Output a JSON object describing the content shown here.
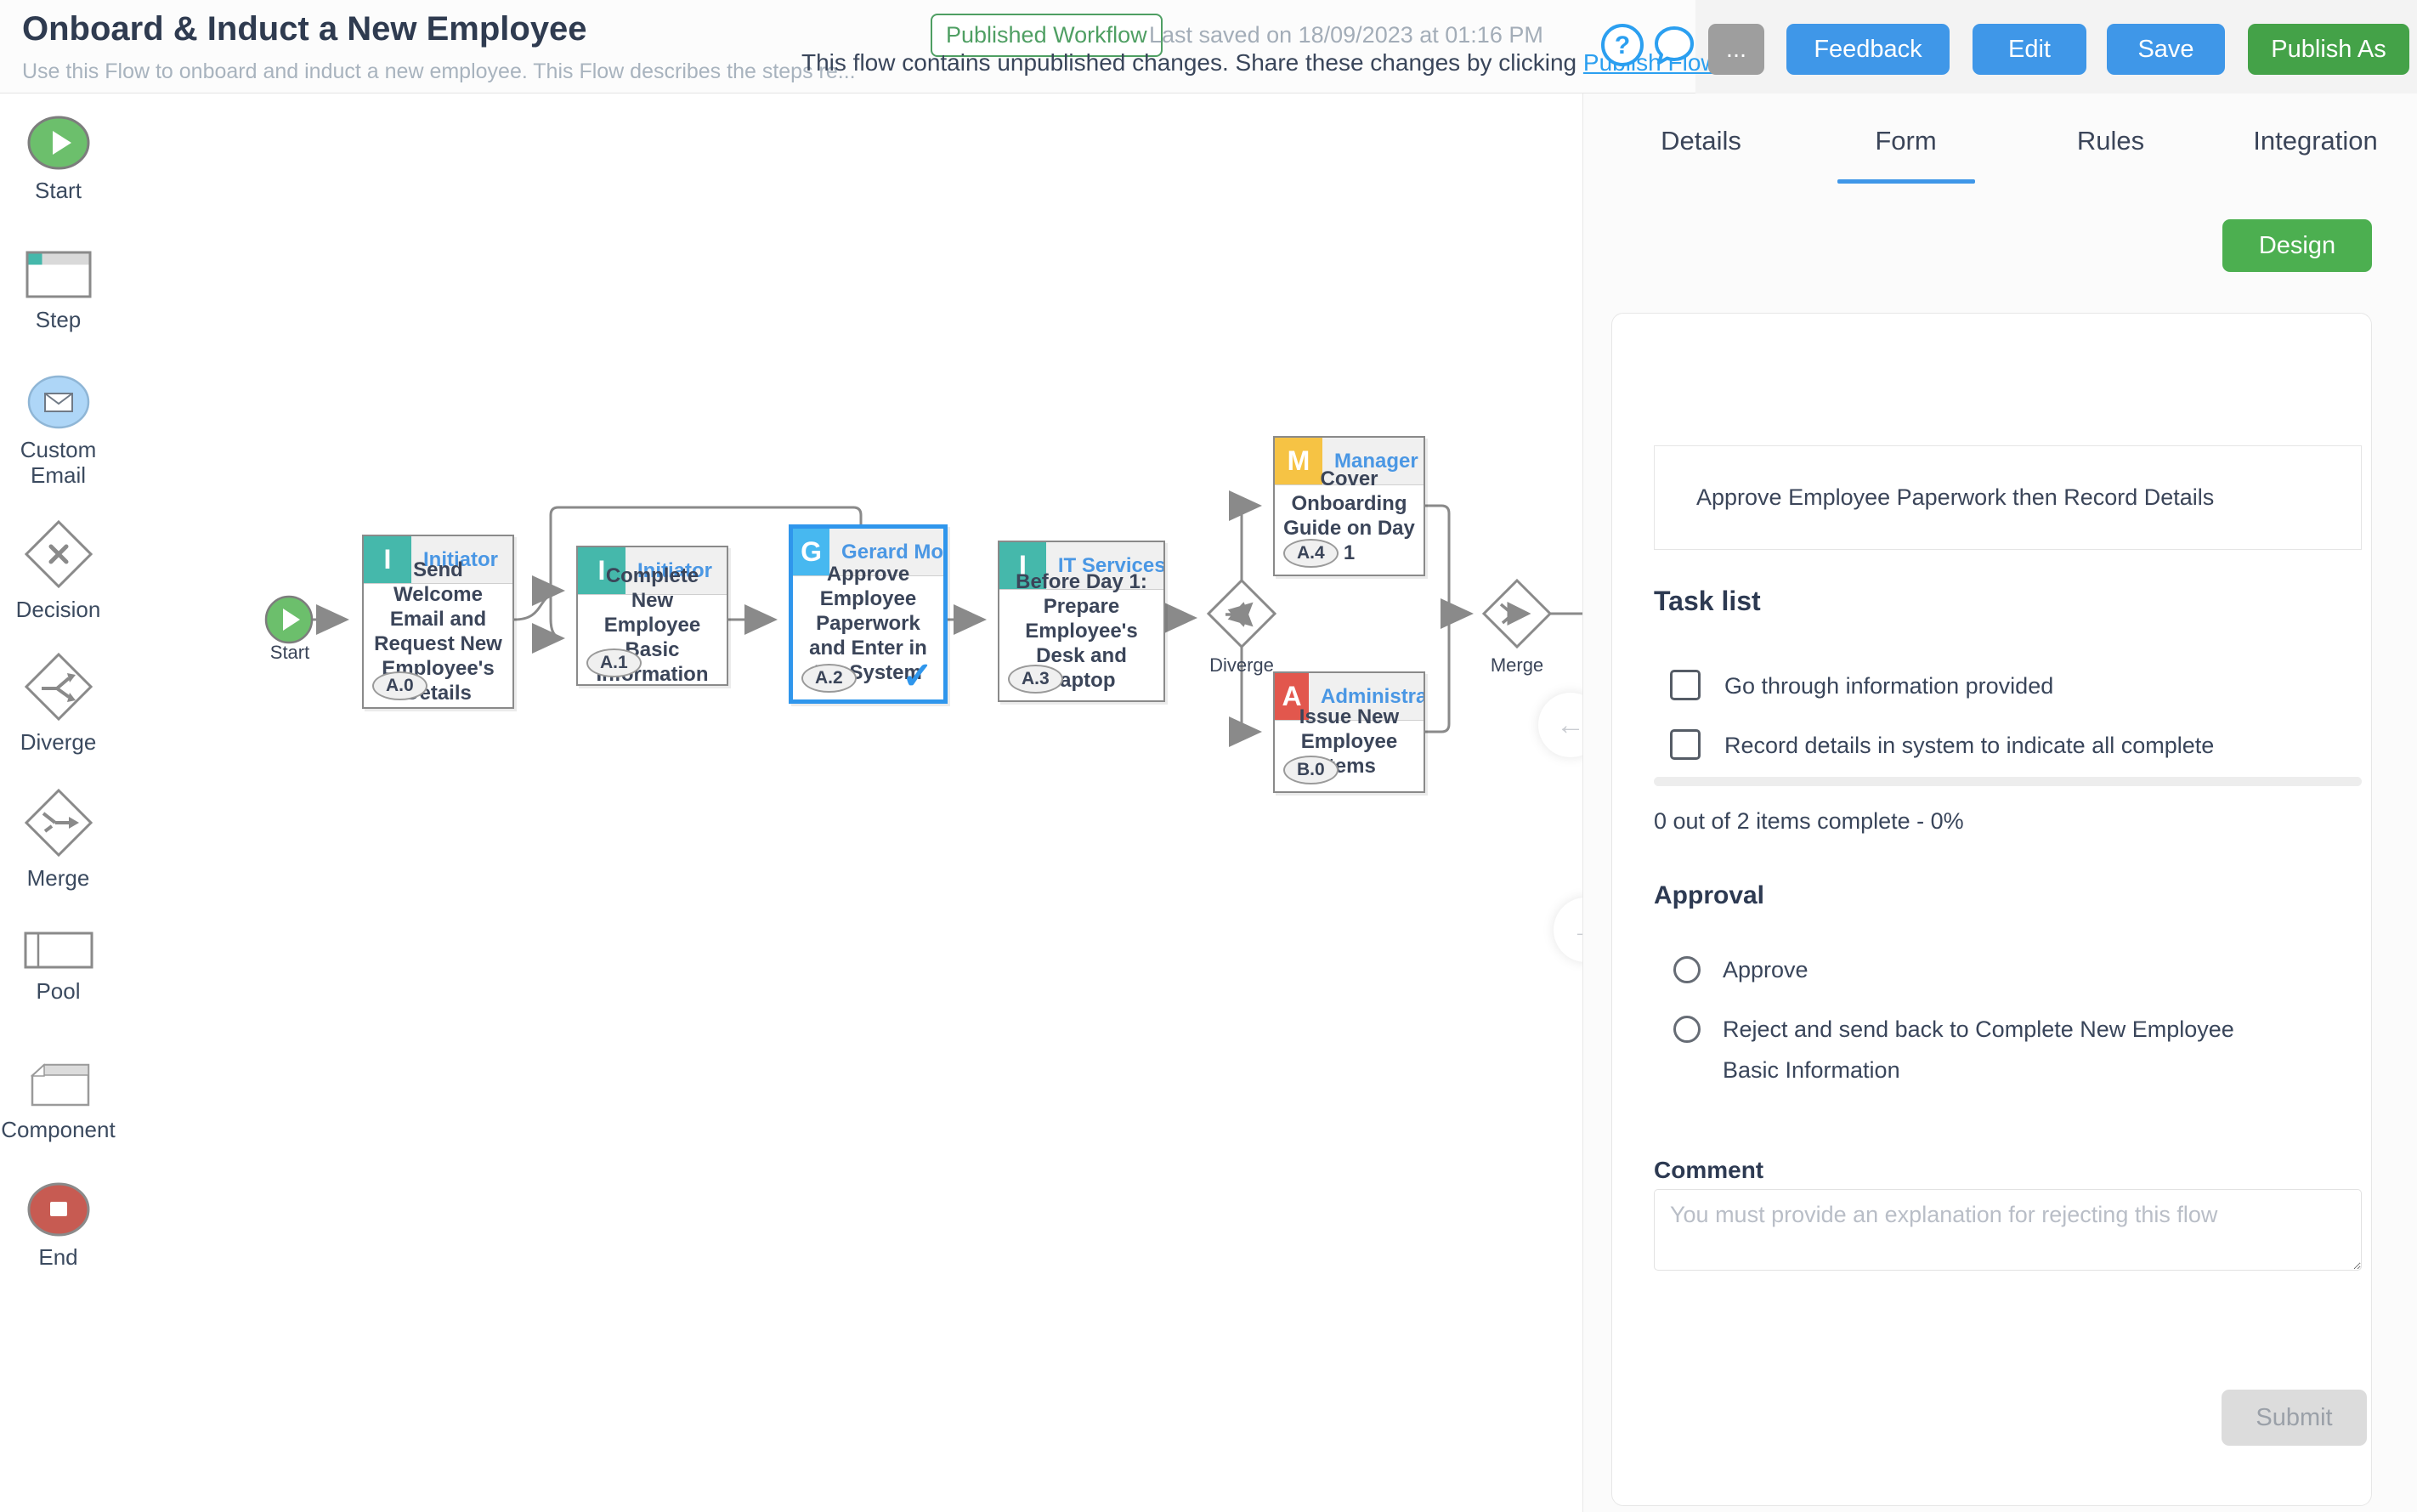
{
  "header": {
    "title": "Onboard & Induct a New Employee",
    "subtitle": "Use this Flow to onboard and induct a new employee. This Flow describes the steps re...",
    "badge": "Published Workflow",
    "last_saved": "Last saved on 18/09/2023 at 01:16 PM",
    "warning_text": "This flow contains unpublished changes. Share these changes by clicking",
    "warning_link": "Publish Flow",
    "help_icon": "?",
    "more_button": "...",
    "buttons": {
      "feedback": "Feedback",
      "edit": "Edit",
      "save": "Save",
      "publish_as": "Publish As"
    }
  },
  "palette": {
    "items": [
      {
        "label": "Start"
      },
      {
        "label": "Step"
      },
      {
        "label": "Custom Email"
      },
      {
        "label": "Decision"
      },
      {
        "label": "Diverge"
      },
      {
        "label": "Merge"
      },
      {
        "label": "Pool"
      },
      {
        "label": "Component"
      },
      {
        "label": "End"
      }
    ]
  },
  "canvas": {
    "start_label": "Start",
    "diverge_label": "Diverge",
    "merge_label": "Merge",
    "nodes": [
      {
        "initial": "I",
        "role": "Initiator",
        "title": "Send Welcome Email and Request New Employee's Details",
        "badge": "A.0"
      },
      {
        "initial": "I",
        "role": "Initiator",
        "title": "Complete New Employee Basic Information",
        "badge": "A.1"
      },
      {
        "initial": "G",
        "role": "Gerard Mould",
        "title": "Approve Employee Paperwork and Enter in HR System",
        "badge": "A.2",
        "check": "✓"
      },
      {
        "initial": "I",
        "role": "IT Services",
        "title": "Before Day 1: Prepare Employee's Desk and Laptop",
        "badge": "A.3"
      },
      {
        "initial": "M",
        "role": "Manager",
        "title": "Cover Onboarding Guide on Day 1",
        "badge": "A.4"
      },
      {
        "initial": "A",
        "role": "Administration",
        "title": "Issue New Employee Items",
        "badge": "B.0"
      }
    ]
  },
  "panel": {
    "tabs": [
      {
        "label": "Details"
      },
      {
        "label": "Form"
      },
      {
        "label": "Rules"
      },
      {
        "label": "Integration"
      }
    ],
    "design_button": "Design",
    "form": {
      "title": "Approve Employee Paperwork then Record Details",
      "task_list_heading": "Task list",
      "tasks": [
        "Go through information provided",
        "Record details in system to indicate all complete"
      ],
      "progress_text": "0 out of 2 items complete - 0%",
      "approval_heading": "Approval",
      "options": [
        "Approve",
        "Reject and send back to Complete New Employee Basic Information"
      ],
      "comment_label": "Comment",
      "comment_placeholder": "You must provide an explanation for rejecting this flow",
      "submit_button": "Submit"
    }
  },
  "colors": {
    "accent_blue": "#3f97e8",
    "publish_green": "#44a248",
    "design_green": "#4caf50",
    "badge_green": "#4f9f63",
    "link_blue": "#2b9ff0",
    "selected_node_blue": "#2f96ec",
    "node_role_blue": "#4a97e4",
    "initiator_teal": "#45b8ab",
    "gerard_light_blue": "#47b8f0",
    "manager_yellow": "#f6c344",
    "administration_red": "#e2574d",
    "start_green": "#6cbf6c",
    "end_red": "#c75b52",
    "connector_gray": "#8a8a8a"
  }
}
